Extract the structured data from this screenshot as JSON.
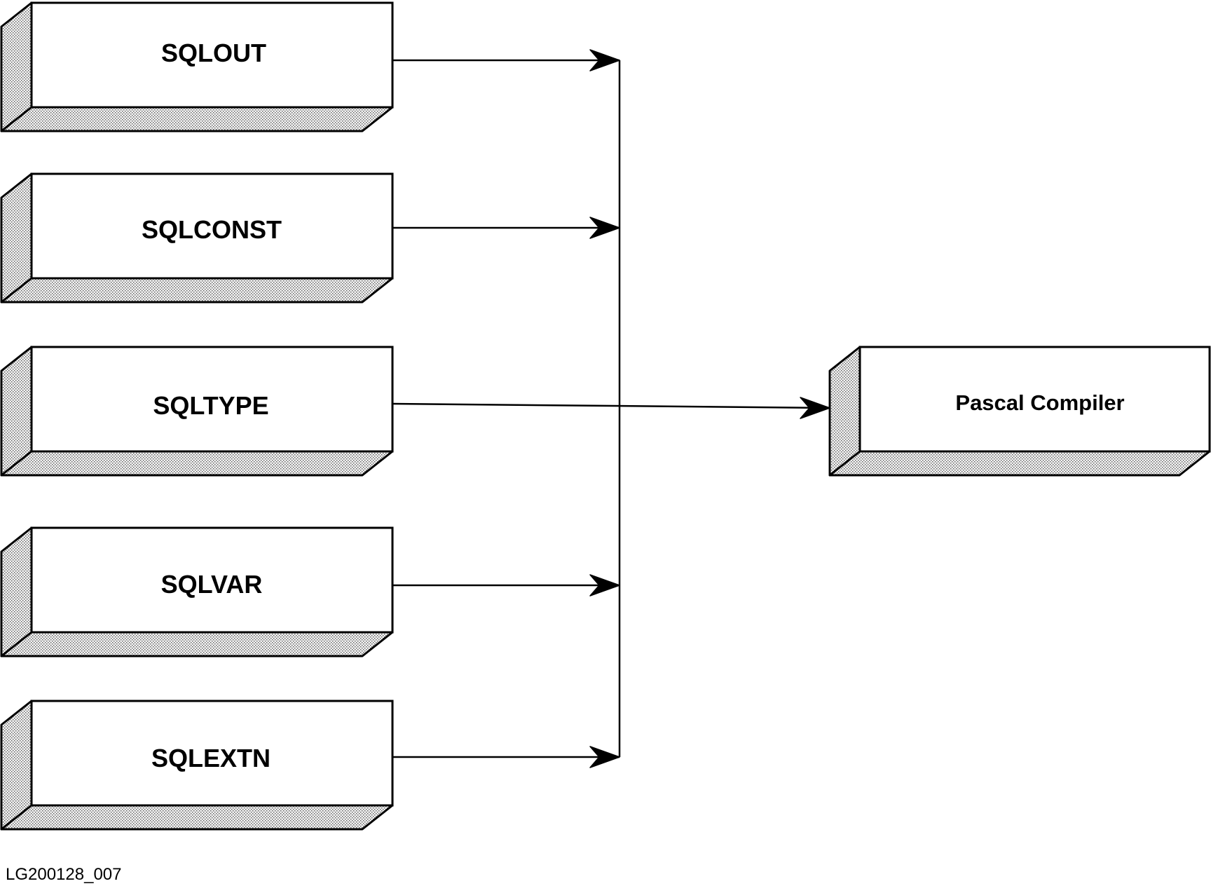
{
  "diagram": {
    "sources": [
      {
        "id": "sqlout",
        "label": "SQLOUT"
      },
      {
        "id": "sqlconst",
        "label": "SQLCONST"
      },
      {
        "id": "sqltype",
        "label": "SQLTYPE"
      },
      {
        "id": "sqlvar",
        "label": "SQLVAR"
      },
      {
        "id": "sqlextn",
        "label": "SQLEXTN"
      }
    ],
    "target": {
      "id": "pascal-compiler",
      "label": "Pascal Compiler"
    },
    "figure_id": "LG200128_007"
  }
}
